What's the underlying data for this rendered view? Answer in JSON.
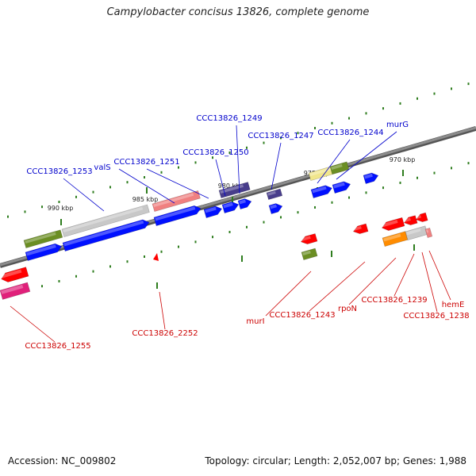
{
  "title": "Campylobacter concisus 13826, complete genome",
  "footer": {
    "accession": "Accession: NC_009802",
    "summary": "Topology: circular; Length: 2,052,007 bp; Genes: 1,988"
  },
  "colors": {
    "backbone": "#8c8c8c",
    "tick": "#2e7d1e",
    "forward_label": "#0000cc",
    "reverse_label": "#cc0000",
    "cds_blue": "#0010ff",
    "olive": "#6b8e23",
    "light_grey": "#c8c8c8",
    "salmon": "#f08080",
    "slate": "#483d8b",
    "khaki": "#f0e68c",
    "red": "#ff0000",
    "orange": "#ff8c00",
    "magenta": "#e0207a"
  },
  "scale_labels": [
    "990 kbp",
    "985 kbp",
    "980 kbp",
    "975 kbp",
    "970 kbp"
  ],
  "forward_labels": [
    "CCC13826_1249",
    "CCC13826_1247",
    "CCC13826_1244",
    "murG",
    "CCC13826_1250",
    "valS",
    "CCC13826_1251",
    "CCC13826_1253"
  ],
  "reverse_labels": [
    "murI",
    "CCC13826_1243",
    "rpoN",
    "CCC13826_1239",
    "hemE",
    "CCC13826_1238",
    "CCC13826_2252",
    "CCC13826_1255"
  ]
}
